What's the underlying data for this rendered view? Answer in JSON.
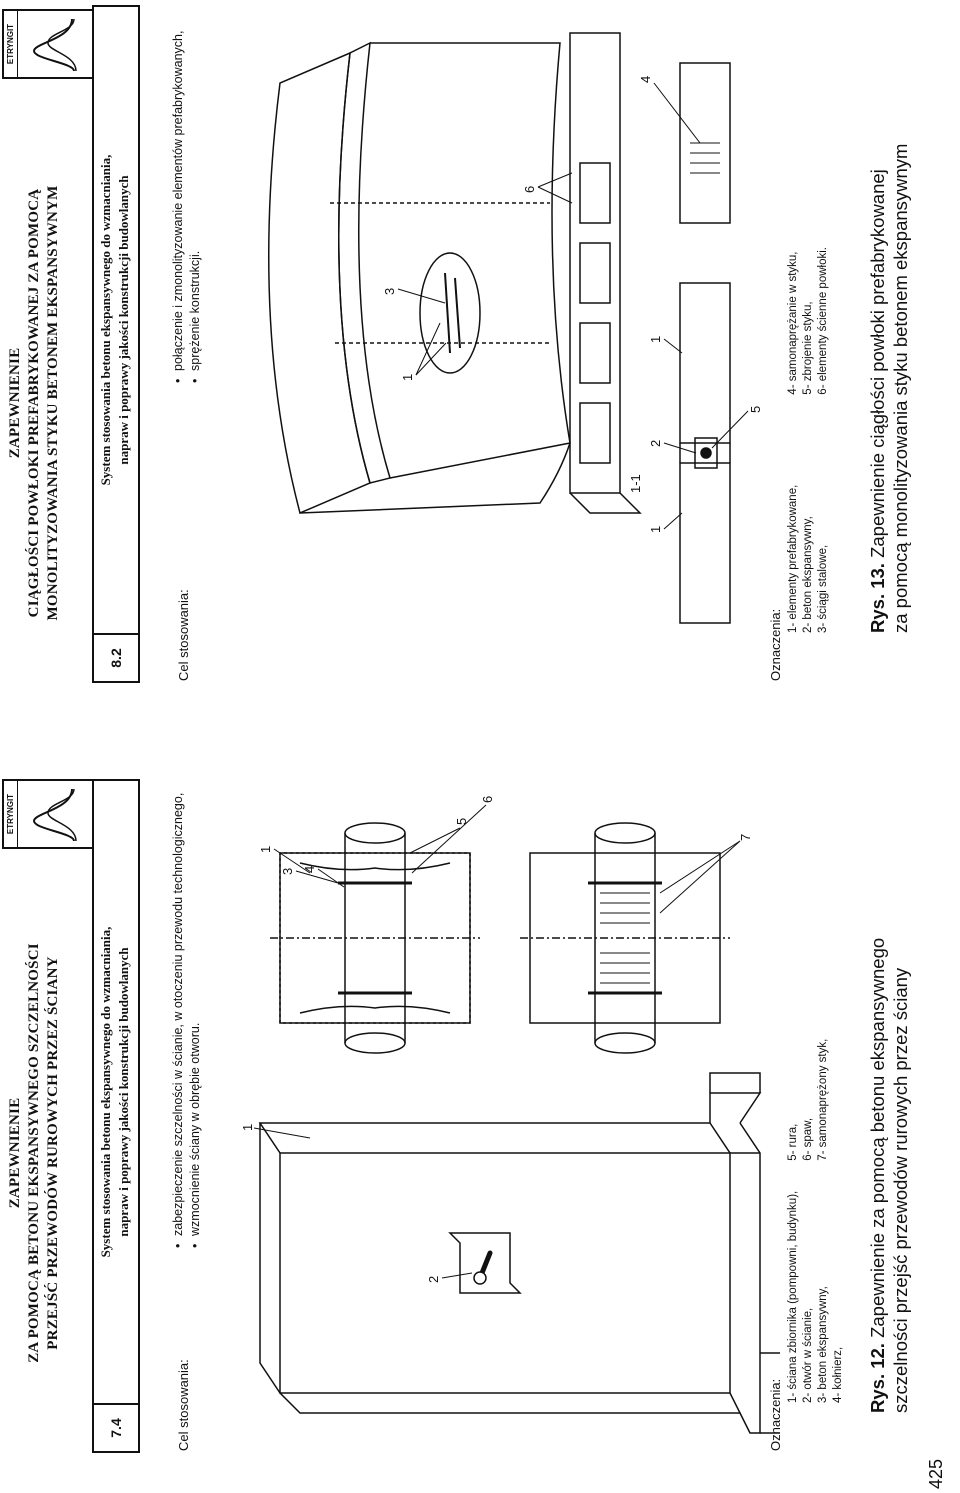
{
  "page_number": "425",
  "left_sheet": {
    "title_lines": [
      "ZAPEWNIENIE",
      "ZA POMOCĄ BETONU EKSPANSYWNEGO SZCZELNOŚCI",
      "PRZEJŚĆ PRZEWODÓW RUROWYCH PRZEZ ŚCIANY"
    ],
    "logo_text": "ETRYNGIT",
    "section_number": "7.4",
    "header_lines": [
      "System stosowania betonu ekspansywnego do wzmacniania,",
      "napraw i poprawy jakości konstrukcji budowlanych"
    ],
    "cel_label": "Cel stosowania:",
    "cel_items": [
      "zabezpieczenie szczelności w ścianie, w otoczeniu przewodu technologicznego,",
      "wzmocnienie ściany w obrębie otworu."
    ],
    "drawing_labels": [
      "1",
      "2",
      "1",
      "3",
      "4",
      "5",
      "6",
      "7"
    ],
    "legend_title": "Oznaczenia:",
    "legend_col1": [
      "1- ściana zbiornika (pompowni, budynku),",
      "2- otwór w ścianie,",
      "3- beton ekspansywny,",
      "4- kołnierz,"
    ],
    "legend_col2": [
      "5- rura,",
      "6- spaw,",
      "7- samonaprężony styk,"
    ],
    "caption_bold": "Rys. 12.",
    "caption_line1": " Zapewnienie za pomocą betonu ekspansywnego",
    "caption_line2": "szczelności przejść przewodów rurowych przez ściany"
  },
  "right_sheet": {
    "title_lines": [
      "ZAPEWNIENIE",
      "CIĄGŁOŚCI POWŁOKI PREFABRYKOWANEJ ZA POMOCĄ",
      "MONOLITYZOWANIA STYKU BETONEM EKSPANSYWNYM"
    ],
    "logo_text": "ETRYNGIT",
    "section_number": "8.2",
    "header_lines": [
      "System stosowania betonu ekspansywnego do wzmacniania,",
      "napraw i poprawy jakości konstrukcji budowlanych"
    ],
    "cel_label": "Cel stosowania:",
    "cel_items": [
      "połączenie i zmonolityzowanie elementów prefabrykowanych,",
      "sprężenie konstrukcji."
    ],
    "drawing_labels": [
      "1",
      "3",
      "6",
      "4",
      "1-1",
      "1",
      "2",
      "1",
      "5"
    ],
    "legend_title": "Oznaczenia:",
    "legend_col1": [
      "1- elementy prefabrykowane,",
      "2- beton ekspansywny,",
      "3- ściągi stalowe,"
    ],
    "legend_col2": [
      "4- samonaprężanie w styku,",
      "5- zbrojenie styku,",
      "6- elementy ścienne powłoki."
    ],
    "caption_bold": "Rys. 13.",
    "caption_line1": " Zapewnienie ciągłości powłoki prefabrykowanej",
    "caption_line2": "za pomocą monolityzowania styku betonem ekspansywnym"
  }
}
